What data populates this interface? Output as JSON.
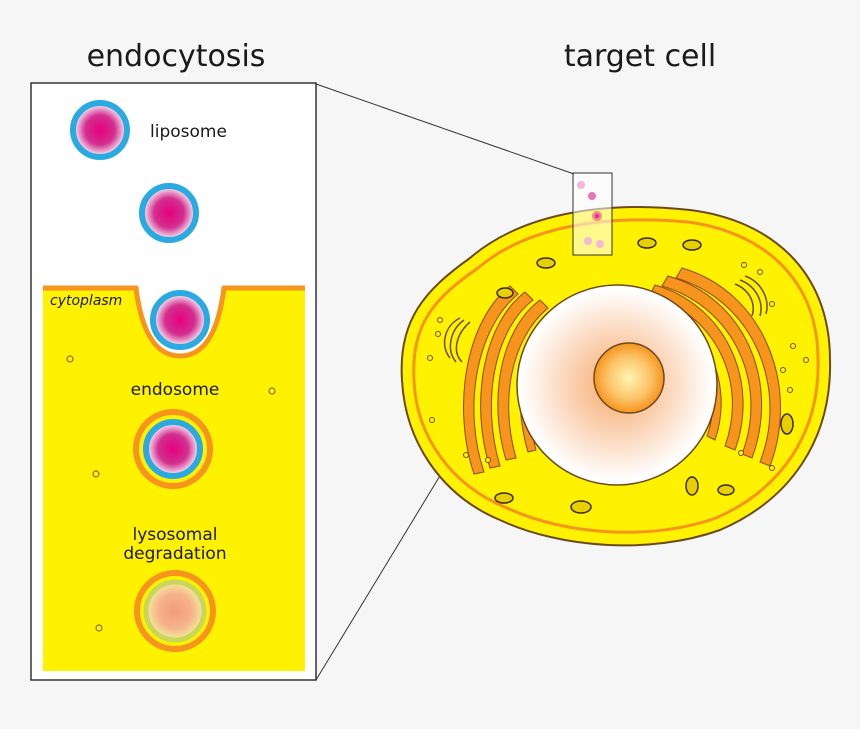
{
  "titles": {
    "left": "endocytosis",
    "right": "target cell"
  },
  "labels": {
    "liposome": "liposome",
    "cytoplasm": "cytoplasm",
    "endosome": "endosome",
    "lysosomal_line1": "lysosomal",
    "lysosomal_line2": "degradation"
  },
  "colors": {
    "cytoplasm_yellow": "#fff200",
    "membrane_orange": "#f7941d",
    "liposome_blue": "#29abe2",
    "liposome_magenta": "#e6007e",
    "cell_outline": "#6b4a1e",
    "organelle_orange": "#f7941d",
    "degraded_green": "#c8d75a"
  }
}
